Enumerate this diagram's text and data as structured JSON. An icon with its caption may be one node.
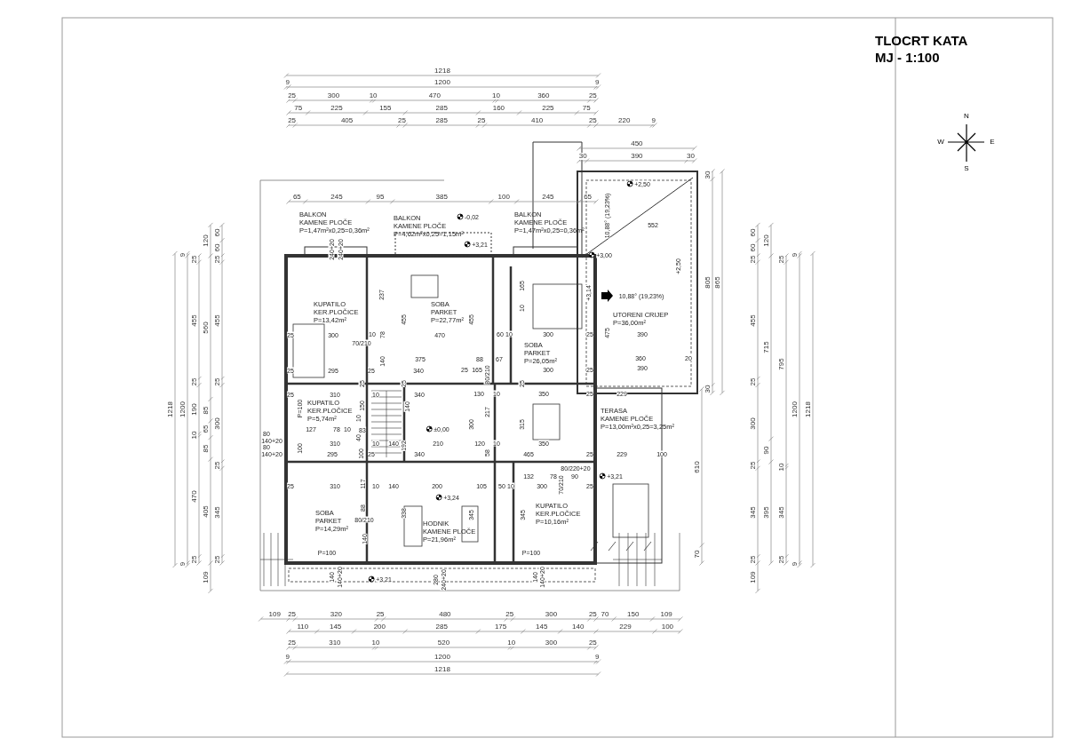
{
  "diagram": {
    "title": "TLOCRT KATA",
    "nodes": [
      {
        "text": [
          "BALKON",
          "KAMENE PLOČE",
          "P=1,47m²x0,25=0,36m²"
        ]
      },
      {
        "text": [
          "BALKON",
          "KAMENE PLOČE",
          "P=4,62m²x0,25=1,15m²"
        ]
      },
      {
        "text": [
          "BALKON",
          "KAMENE PLOČE",
          "P=1,47m²x0,25=0,36m²"
        ]
      },
      {
        "text": [
          "KUPATILO",
          "KER.PLOČICE",
          "P=13,42m²"
        ]
      },
      {
        "text": [
          "SOBA",
          "PARKET",
          "P=22,77m²"
        ]
      },
      {
        "text": [
          "SOBA",
          "PARKET",
          "P=26,05m²"
        ]
      },
      {
        "text": [
          "UTORENI CRIJEP",
          "P=36,00m²"
        ]
      },
      {
        "text": [
          "KUPATILO",
          "KER.PLOČICE",
          "P=5,74m²"
        ]
      },
      {
        "text": [
          "TERASA",
          "KAMENE PLOČE",
          "P=13,00m²x0,25=3,25m²"
        ]
      },
      {
        "text": [
          "SOBA",
          "PARKET",
          "P=14,29m²"
        ]
      },
      {
        "text": [
          "HODNIK",
          "KAMENE PLOČE",
          "P=21,96m²"
        ]
      },
      {
        "text": [
          "KUPATILO",
          "KER.PLOČICE",
          "P=10,16m²"
        ]
      }
    ],
    "labels": [
      "MJ - 1:100",
      "N",
      "W",
      "E",
      "S",
      "1218",
      "9",
      "1200",
      "9",
      "25",
      "300",
      "10",
      "470",
      "10",
      "360",
      "25",
      "75",
      "225",
      "155",
      "285",
      "160",
      "225",
      "75",
      "25",
      "405",
      "25",
      "285",
      "25",
      "410",
      "25",
      "220",
      "9",
      "450",
      "30",
      "390",
      "30",
      "65",
      "245",
      "95",
      "385",
      "100",
      "245",
      "65",
      "+2,50",
      "10,88° (19,23%)",
      "552",
      "-0,02",
      "+3,21",
      "240+20",
      "240+20",
      "+3,00",
      "+2,50",
      "+3,14",
      "10,88° (19,23%)",
      "237",
      "165",
      "10",
      "455",
      "455",
      "25",
      "300",
      "10",
      "78",
      "70/210",
      "470",
      "60",
      "10",
      "300",
      "25",
      "475",
      "390",
      "375",
      "140",
      "88",
      "67",
      "360",
      "20",
      "25",
      "295",
      "25",
      "340",
      "25",
      "165",
      "80/210",
      "300",
      "25",
      "390",
      "25",
      "25",
      "25",
      "25",
      "310",
      "10",
      "340",
      "130",
      "10",
      "350",
      "25",
      "229",
      "P=100",
      "150",
      "140",
      "217",
      "10",
      "300",
      "315",
      "80",
      "140+20",
      "127",
      "78",
      "10",
      "83",
      "±0,00",
      "40",
      "310",
      "10",
      "140",
      "192",
      "210",
      "120",
      "10",
      "350",
      "80",
      "100",
      "100",
      "58",
      "140+20",
      "295",
      "25",
      "340",
      "465",
      "25",
      "229",
      "100",
      "80/220+20",
      "132",
      "78",
      "90",
      "70/210",
      "+3,21",
      "117",
      "25",
      "310",
      "10",
      "140",
      "200",
      "105",
      "50",
      "10",
      "300",
      "25",
      "+3,24",
      "88",
      "338",
      "345",
      "345",
      "80/210",
      "140",
      "P=100",
      "P=100",
      "140",
      "140+20",
      "+3,21",
      "280",
      "240+20",
      "140",
      "140+20",
      "109",
      "25",
      "320",
      "25",
      "480",
      "25",
      "300",
      "25",
      "70",
      "150",
      "109",
      "110",
      "145",
      "200",
      "285",
      "175",
      "145",
      "140",
      "229",
      "100",
      "25",
      "310",
      "10",
      "520",
      "10",
      "300",
      "25",
      "9",
      "1200",
      "9",
      "1218",
      "1218",
      "9",
      "1200",
      "9",
      "25",
      "455",
      "25",
      "190",
      "10",
      "470",
      "25",
      "120",
      "560",
      "85",
      "65",
      "85",
      "405",
      "109",
      "60",
      "60",
      "25",
      "455",
      "25",
      "300",
      "25",
      "345",
      "25",
      "30",
      "805",
      "30",
      "865",
      "610",
      "70",
      "60",
      "60",
      "25",
      "455",
      "25",
      "300",
      "25",
      "345",
      "25",
      "109",
      "120",
      "715",
      "90",
      "395",
      "25",
      "795",
      "10",
      "345",
      "25",
      "9",
      "1200",
      "9",
      "1218"
    ]
  }
}
